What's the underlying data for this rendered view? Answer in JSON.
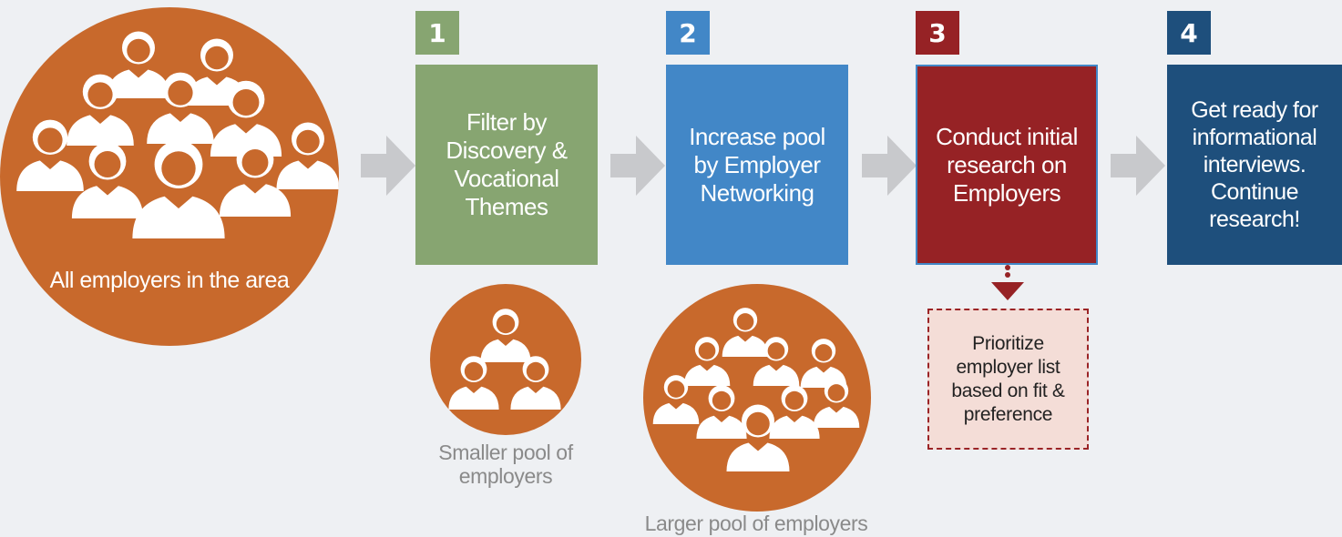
{
  "source_circle": {
    "label": "All employers in the area"
  },
  "steps": [
    {
      "number": "1",
      "text": "Filter by\nDiscovery &\nVocational\nThemes",
      "color": "#87a571"
    },
    {
      "number": "2",
      "text": "Increase pool\nby Employer\nNetworking",
      "color": "#4287c7"
    },
    {
      "number": "3",
      "text": "Conduct initial\nresearch on\nEmployers",
      "color": "#962225"
    },
    {
      "number": "4",
      "text": "Get ready for\ninformational\ninterviews.\nContinue\nresearch!",
      "color": "#1e4f7c"
    }
  ],
  "captions": {
    "smaller_pool": "Smaller pool of\nemployers",
    "larger_pool": "Larger pool of employers"
  },
  "prioritize_note": "Prioritize\nemployer list\nbased on fit &\npreference",
  "colors": {
    "people_circle": "#c8692c",
    "arrow": "#c8c9cc",
    "background": "#eef0f3"
  }
}
